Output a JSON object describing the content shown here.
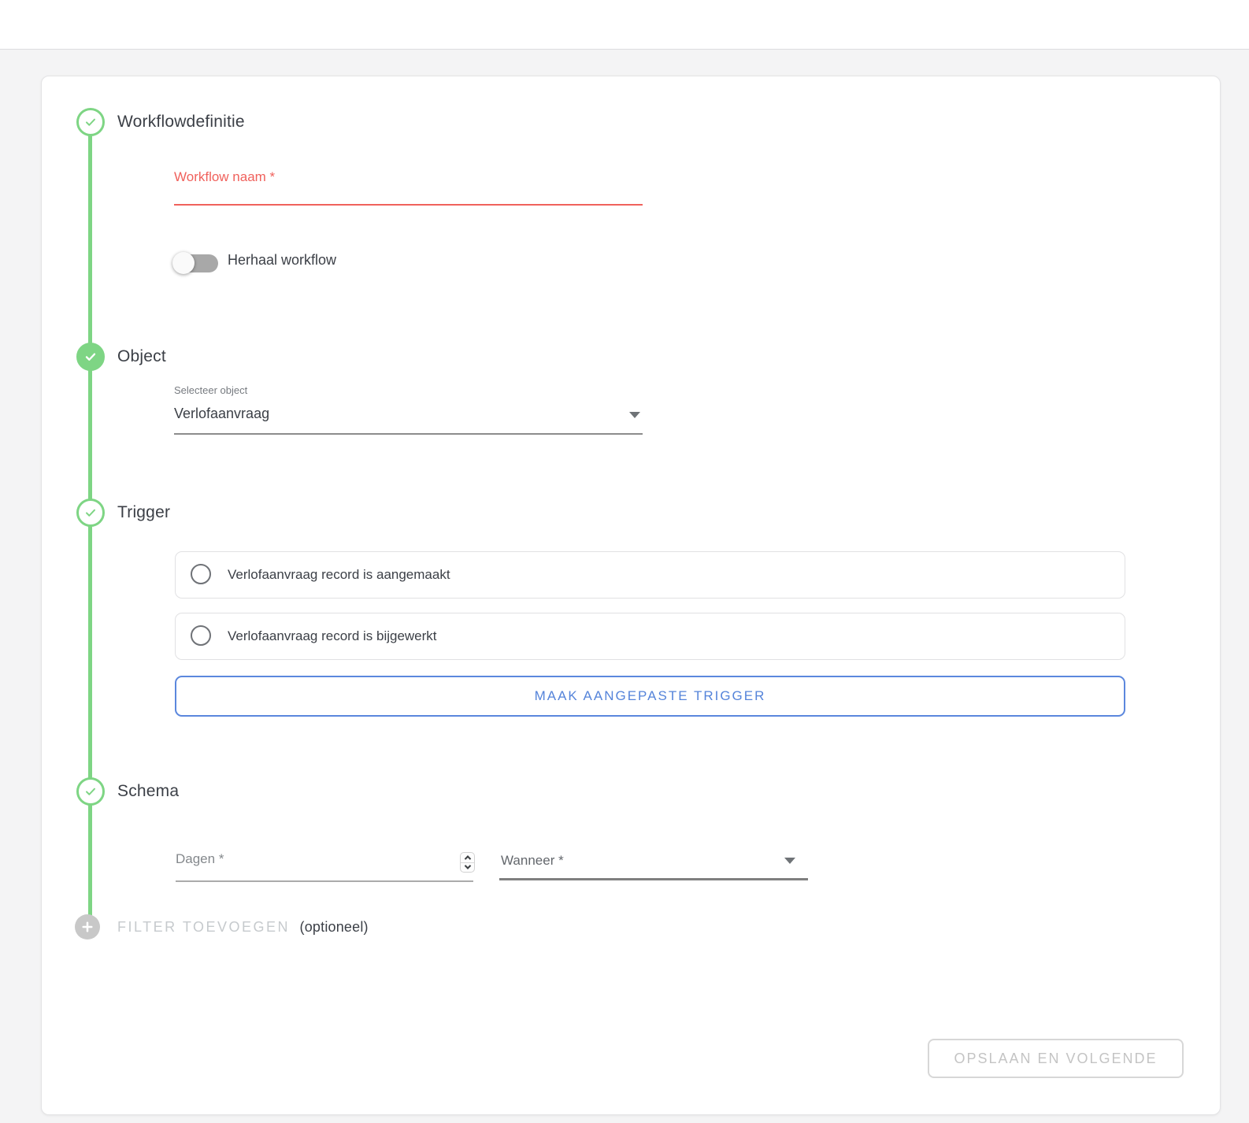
{
  "colors": {
    "accent_green": "#7ed584",
    "error_red": "#f0615c",
    "primary_blue": "#5584da",
    "disabled_gray": "#c4c4c4",
    "background_gray": "#f4f4f5"
  },
  "stepper": {
    "steps": [
      {
        "label": "Workflowdefinitie",
        "state": "outlined-check"
      },
      {
        "label": "Object",
        "state": "filled-check"
      },
      {
        "label": "Trigger",
        "state": "outlined-check"
      },
      {
        "label": "Schema",
        "state": "outlined-check"
      }
    ],
    "filter_step": {
      "label": "FILTER TOEVOEGEN",
      "suffix": "(optioneel)"
    }
  },
  "workflow_section": {
    "name_field": {
      "label": "Workflow naam *",
      "value": "",
      "error": true
    },
    "repeat_toggle": {
      "label": "Herhaal workflow",
      "state": "off"
    }
  },
  "object_section": {
    "select_label": "Selecteer object",
    "selected_value": "Verlofaanvraag"
  },
  "trigger_section": {
    "options": [
      {
        "label": "Verlofaanvraag record is aangemaakt",
        "selected": false
      },
      {
        "label": "Verlofaanvraag record is bijgewerkt",
        "selected": false
      }
    ],
    "custom_trigger_button_label": "MAAK AANGEPASTE TRIGGER"
  },
  "schema_section": {
    "days_field": {
      "label": "Dagen *",
      "value": ""
    },
    "when_field": {
      "label": "Wanneer *",
      "value": ""
    }
  },
  "footer": {
    "save_button_label": "OPSLAAN EN VOLGENDE",
    "save_button_disabled": true
  }
}
